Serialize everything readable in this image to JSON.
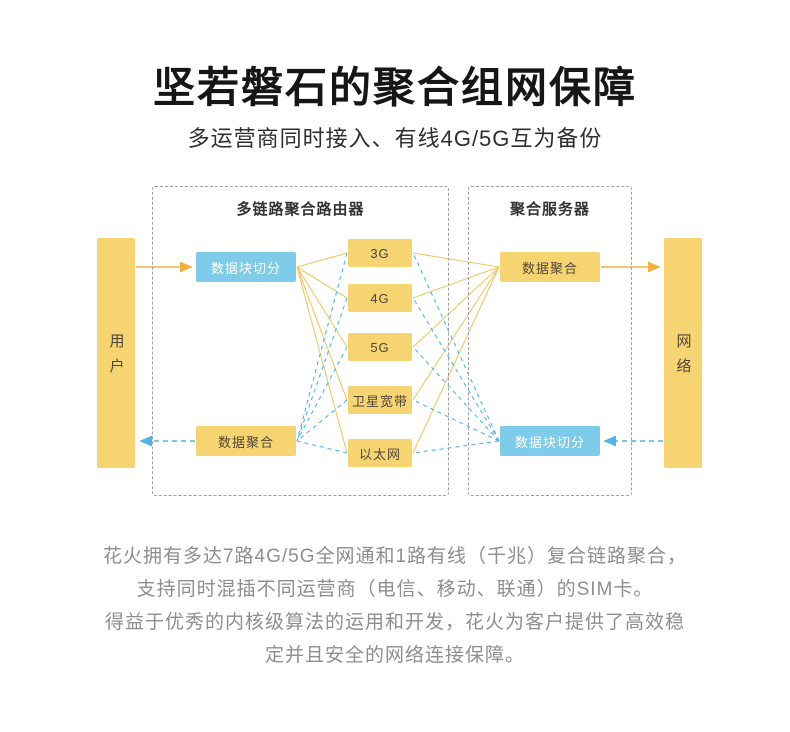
{
  "header": {
    "title": "坚若磐石的聚合组网保障",
    "subtitle": "多运营商同时接入、有线4G/5G互为备份"
  },
  "diagram": {
    "user_node": "用户",
    "network_node": "网络",
    "router_group": {
      "title": "多链路聚合路由器",
      "split_node": "数据块切分",
      "merge_node": "数据聚合"
    },
    "server_group": {
      "title": "聚合服务器",
      "merge_node": "数据聚合",
      "split_node": "数据块切分"
    },
    "links": [
      {
        "label": "3G"
      },
      {
        "label": "4G"
      },
      {
        "label": "5G"
      },
      {
        "label": "卫星宽带"
      },
      {
        "label": "以太网"
      }
    ],
    "colors": {
      "node_yellow": "#F7D472",
      "node_blue": "#7ECBEA",
      "arrow_uplink": "#F2B13E",
      "fan_uplink": "#EFC768",
      "arrow_downlink": "#4FB5E8"
    }
  },
  "description": {
    "lines": [
      "花火拥有多达7路4G/5G全网通和1路有线（千兆）复合链路聚合，",
      "支持同时混插不同运营商（电信、移动、联通）的SIM卡。",
      "得益于优秀的内核级算法的运用和开发，花火为客户提供了高效稳",
      "定并且安全的网络连接保障。"
    ]
  }
}
